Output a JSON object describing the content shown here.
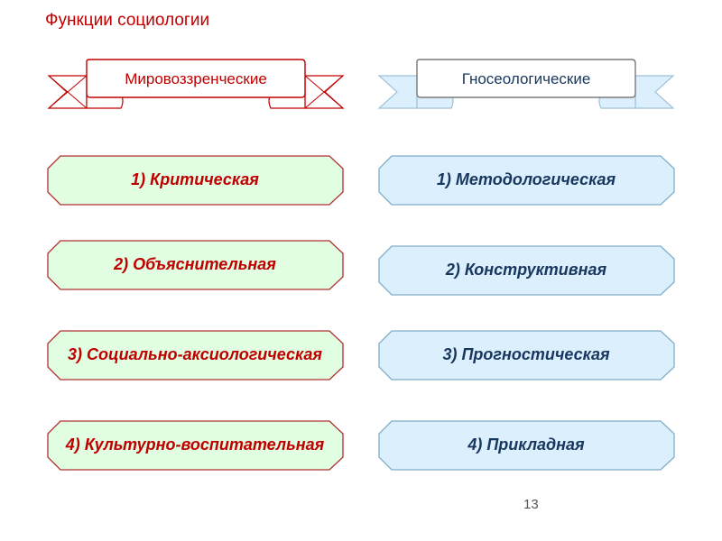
{
  "title": "Функции социологии",
  "page_number": "13",
  "colors": {
    "red": "#c00000",
    "navy": "#17375e",
    "green_fill": "#e2fee2",
    "blue_fill": "#dceffd",
    "blue_border": "#7eaec8"
  },
  "left": {
    "heading": "Мировоззренческие",
    "items": [
      "1) Критическая",
      "2) Объяснительная",
      "3) Социально-аксиологическая",
      "4) Культурно-воспитательная"
    ]
  },
  "right": {
    "heading": "Гносеологические",
    "items": [
      "1) Методологическая",
      "2) Конструктивная",
      "3) Прогностическая",
      "4) Прикладная"
    ]
  }
}
